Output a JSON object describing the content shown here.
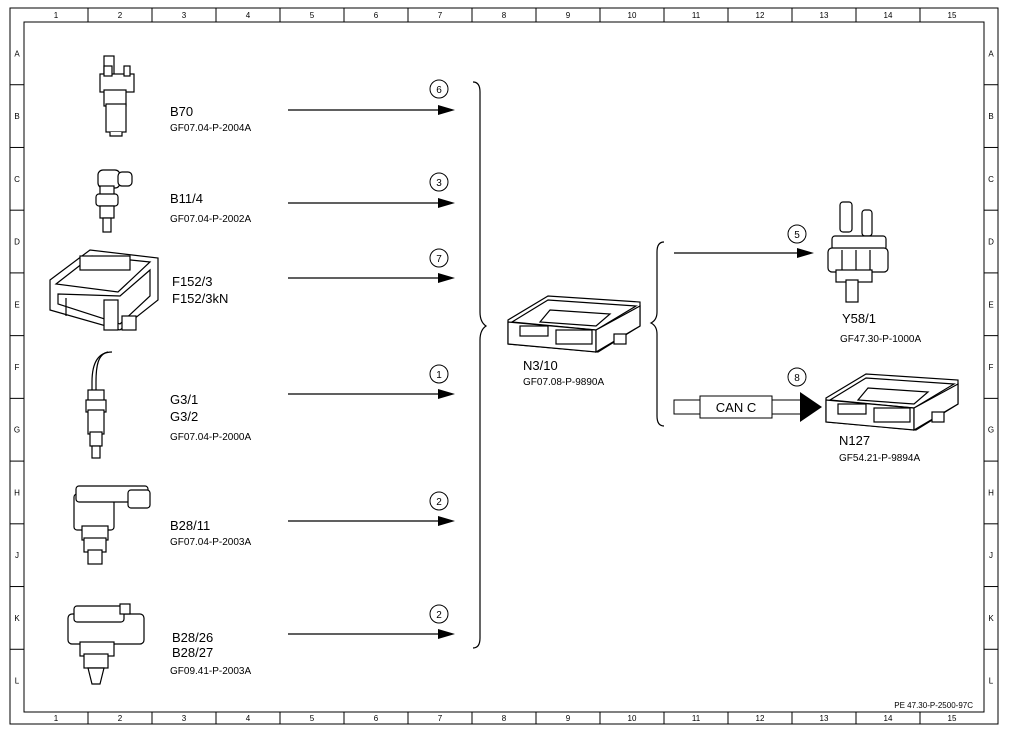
{
  "grid": {
    "columns": [
      "1",
      "2",
      "3",
      "4",
      "5",
      "6",
      "7",
      "8",
      "9",
      "10",
      "11",
      "12",
      "13",
      "14",
      "15"
    ],
    "rows": [
      "A",
      "B",
      "C",
      "D",
      "E",
      "F",
      "G",
      "H",
      "J",
      "K",
      "L"
    ]
  },
  "inputs": [
    {
      "name": "B70",
      "code": "GF07.04-P-2004A",
      "signal": "6"
    },
    {
      "name": "B11/4",
      "code": "GF07.04-P-2002A",
      "signal": "3"
    },
    {
      "name": "F152/3",
      "name2": "F152/3kN",
      "signal": "7"
    },
    {
      "name": "G3/1",
      "name2": "G3/2",
      "code": "GF07.04-P-2000A",
      "signal": "1"
    },
    {
      "name": "B28/11",
      "code": "GF07.04-P-2003A",
      "signal": "2"
    },
    {
      "name": "B28/26",
      "name2": "B28/27",
      "code": "GF09.41-P-2003A",
      "signal": "2"
    }
  ],
  "controller": {
    "name": "N3/10",
    "code": "GF07.08-P-9890A"
  },
  "outputs": [
    {
      "name": "Y58/1",
      "code": "GF47.30-P-1000A",
      "signal": "5"
    },
    {
      "name": "N127",
      "code": "GF54.21-P-9894A",
      "signal": "8",
      "bus_label": "CAN C"
    }
  ],
  "footer_ref": "PE 47.30-P-2500-97C"
}
